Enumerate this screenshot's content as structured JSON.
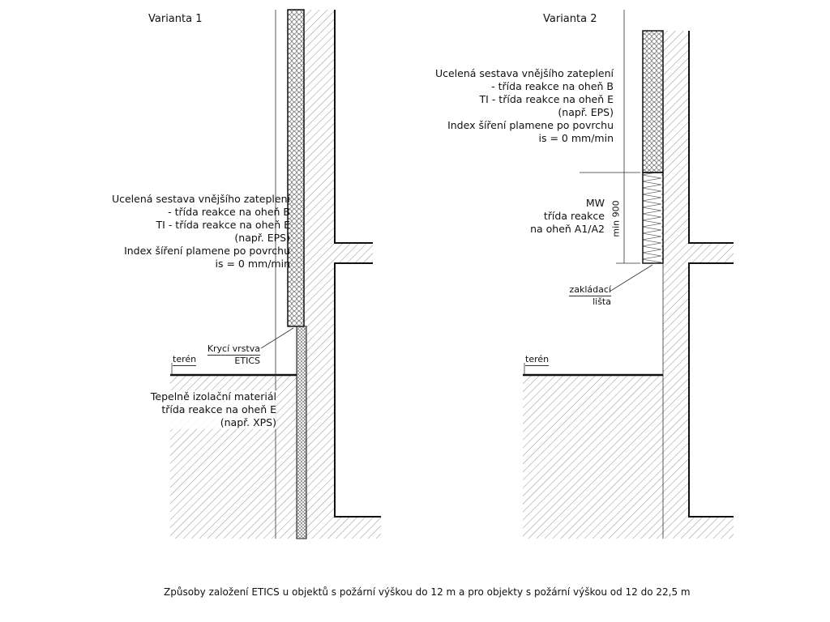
{
  "variant1": {
    "title": "Varianta 1",
    "eps_label": [
      "Ucelená sestava vnějšího zateplení",
      "- třída reakce na oheň B",
      "TI - třída reakce na oheň E",
      "(např. EPS)",
      "Index šíření plamene po povrchu",
      "is = 0 mm/min"
    ],
    "cover_label": [
      "Krycí vrstva",
      "ETICS"
    ],
    "terrain_label": "terén",
    "xps_label": [
      "Tepelně izolační materiál",
      "třída reakce na oheň E",
      "(např. XPS)"
    ]
  },
  "variant2": {
    "title": "Varianta 2",
    "eps_label": [
      "Ucelená sestava vnějšího zateplení",
      "- třída reakce na oheň B",
      "TI - třída reakce na oheň E",
      "(např. EPS)",
      "Index šíření plamene po povrchu",
      "is = 0 mm/min"
    ],
    "mw_label": [
      "MW",
      "třída reakce",
      "na oheň A1/A2"
    ],
    "dimension_label": "min 900",
    "starter_label": [
      "zakládací",
      "lišta"
    ],
    "terrain_label": "terén"
  },
  "caption": "Způsoby založení ETICS u objektů s požární výškou do 12 m a pro objekty s požární výškou od 12 do 22,5 m"
}
